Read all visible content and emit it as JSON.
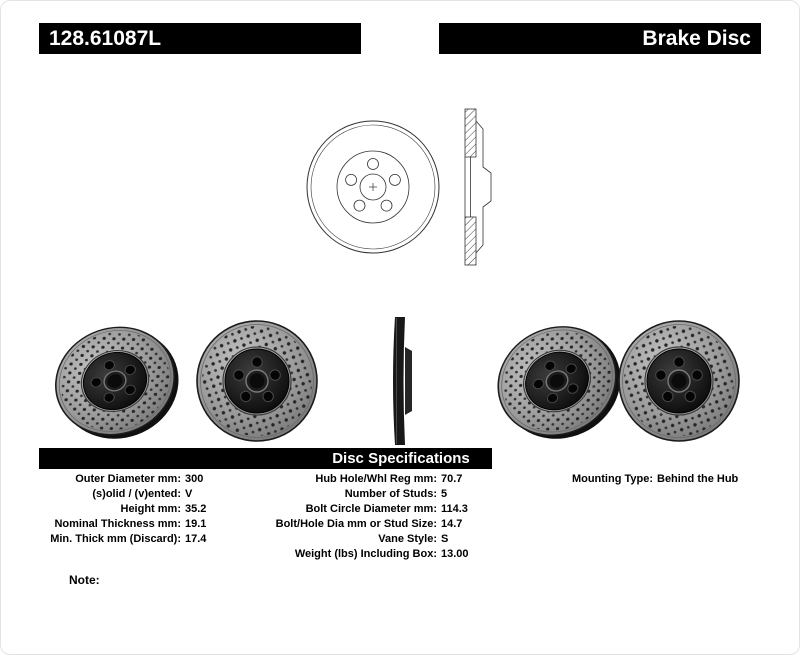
{
  "header": {
    "part_number": "128.61087L",
    "product_type": "Brake Disc"
  },
  "spec_header": "Disc Specifications",
  "specs": {
    "left": [
      {
        "label": "Outer Diameter mm:",
        "value": "300"
      },
      {
        "label": "(s)olid / (v)ented:",
        "value": "V"
      },
      {
        "label": "Height mm:",
        "value": "35.2"
      },
      {
        "label": "Nominal Thickness mm:",
        "value": "19.1"
      },
      {
        "label": "Min. Thick mm (Discard):",
        "value": "17.4"
      }
    ],
    "middle": [
      {
        "label": "Hub Hole/Whl Reg mm:",
        "value": "70.7"
      },
      {
        "label": "Number of Studs:",
        "value": "5"
      },
      {
        "label": "Bolt Circle Diameter mm:",
        "value": "114.3"
      },
      {
        "label": "Bolt/Hole Dia mm or Stud Size:",
        "value": "14.7"
      },
      {
        "label": "Vane Style:",
        "value": "S"
      },
      {
        "label": "Weight (lbs) Including Box:",
        "value": "13.00"
      }
    ],
    "right": [
      {
        "label": "Mounting Type:",
        "value": "Behind the Hub"
      }
    ]
  },
  "note_label": "Note:",
  "figures": {
    "technical_front": "brake-disc-front-line-drawing",
    "technical_section": "brake-disc-cross-section-drawing",
    "photo_1": "drilled-rotor-angled-view",
    "photo_2": "drilled-rotor-front-view",
    "photo_3": "drilled-rotor-edge-view",
    "photo_4": "drilled-rotor-angled-view",
    "photo_5": "drilled-rotor-front-view"
  },
  "colors": {
    "bar_background": "#000000",
    "bar_text": "#ffffff",
    "body_text": "#000000"
  }
}
